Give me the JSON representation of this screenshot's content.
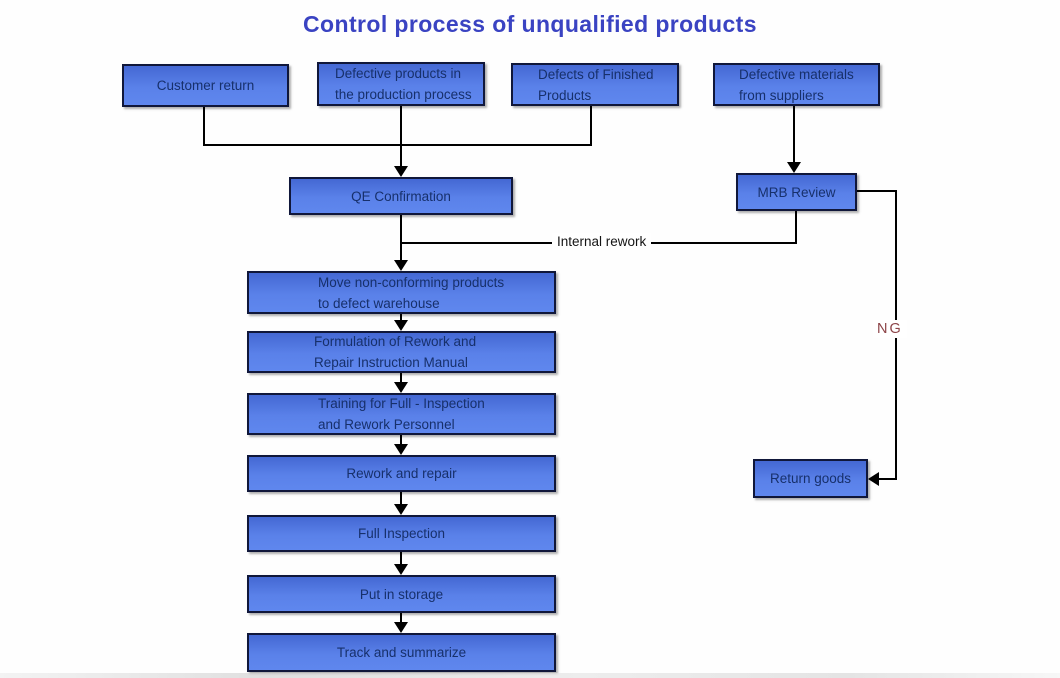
{
  "title": "Control process of unqualified products",
  "nodes": {
    "customer_return": {
      "label": "Customer return"
    },
    "defective_production": {
      "line1": "Defective products in",
      "line2": "the production process"
    },
    "defects_finished": {
      "line1": "Defects of Finished",
      "line2": "Products"
    },
    "defective_materials": {
      "line1": "Defective materials",
      "line2": "from suppliers"
    },
    "qe_confirmation": {
      "label": "QE Confirmation"
    },
    "mrb_review": {
      "label": "MRB Review"
    },
    "move_nonconforming": {
      "line1": "Move non-conforming products",
      "line2": "to defect warehouse"
    },
    "formulation": {
      "line1": "Formulation of Rework and",
      "line2": "Repair Instruction Manual"
    },
    "training": {
      "line1": "Training for Full - Inspection",
      "line2": "and Rework Personnel"
    },
    "rework_repair": {
      "label": "Rework and repair"
    },
    "full_inspection": {
      "label": "Full Inspection"
    },
    "put_in_storage": {
      "label": "Put in storage"
    },
    "track_summarize": {
      "label": "Track and summarize"
    },
    "return_goods": {
      "label": "Return goods"
    }
  },
  "edge_labels": {
    "internal_rework": "Internal rework",
    "ng": "NG"
  },
  "colors": {
    "title_text": "#3a43c2",
    "box_fill_top": "#4468d3",
    "box_fill_bottom": "#5f87ee",
    "box_border": "#10173a",
    "box_text": "#17306b",
    "connector": "#000000",
    "ng_text": "#8c4347",
    "background": "#fefefe"
  }
}
